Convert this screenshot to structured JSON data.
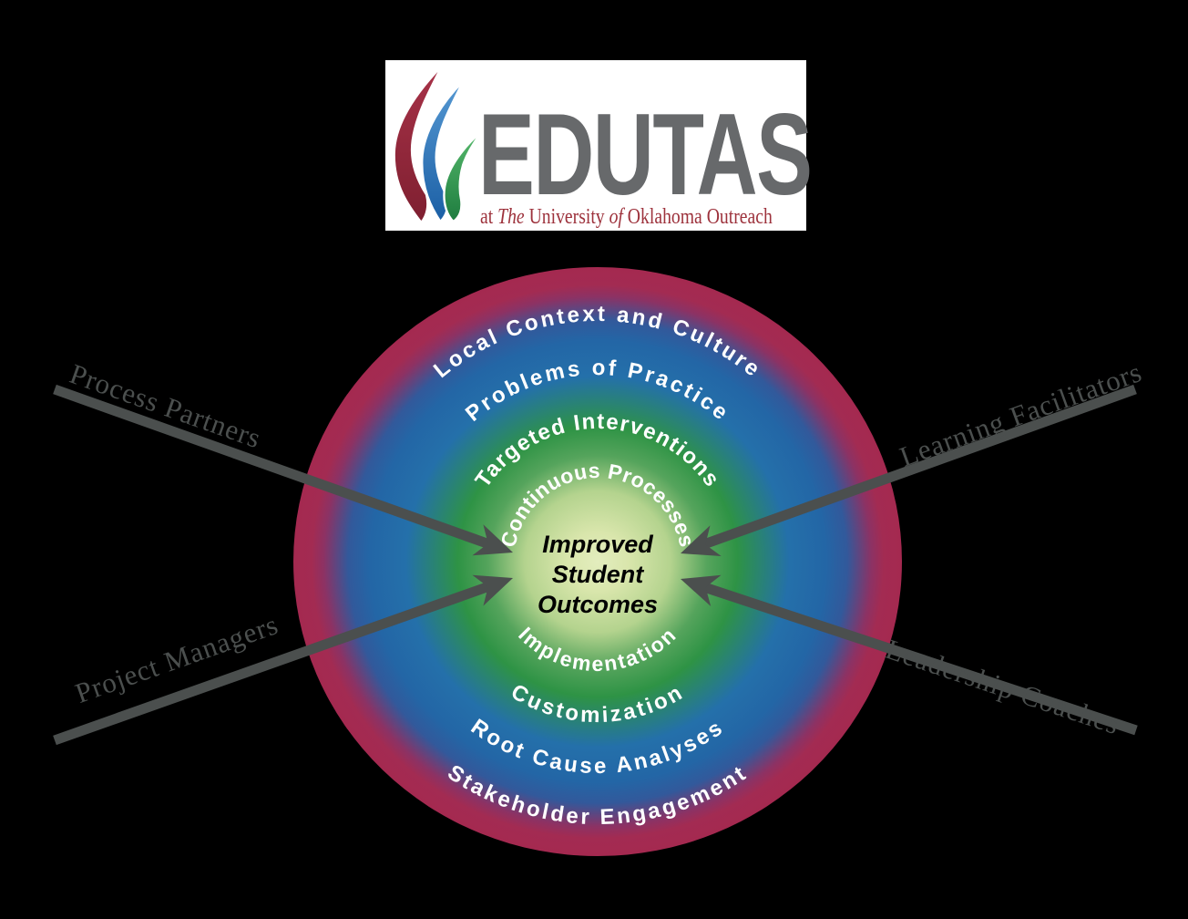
{
  "background_color": "#000000",
  "logo": {
    "brand": "EDUTAS",
    "brand_color": "#67696b",
    "tagline_color": "#9d323c",
    "tagline": {
      "part1": "at ",
      "part2": "The",
      "part3": " University ",
      "part4": "of",
      "part5": " Oklahoma Outreach"
    },
    "flame_icon_colors": {
      "red": "#8e2437",
      "blue": "#2a72b5",
      "green": "#2f9447"
    }
  },
  "diagram": {
    "center_label": {
      "line1": "Improved",
      "line2": "Student",
      "line3": "Outcomes"
    },
    "rings_top": [
      {
        "label": "Local Context and Culture"
      },
      {
        "label": "Problems of Practice"
      },
      {
        "label": "Targeted Interventions"
      },
      {
        "label": "Continuous Processes"
      }
    ],
    "rings_bottom": [
      {
        "label": "Implementation"
      },
      {
        "label": "Customization"
      },
      {
        "label": "Root Cause Analyses"
      },
      {
        "label": "Stakeholder Engagement"
      }
    ],
    "ring_colors": {
      "outer_maroon": "#a42950",
      "blue": "#2367a7",
      "green": "#2e9345",
      "center_light": "#dde9b4"
    },
    "ring_text_color": "#ffffff",
    "arrow_color": "#4b4f4e",
    "arrow_labels": {
      "top_left": "Process Partners",
      "top_right": "Learning Facilitators",
      "bottom_left": "Project Managers",
      "bottom_right": "Leadership Coaches"
    }
  }
}
